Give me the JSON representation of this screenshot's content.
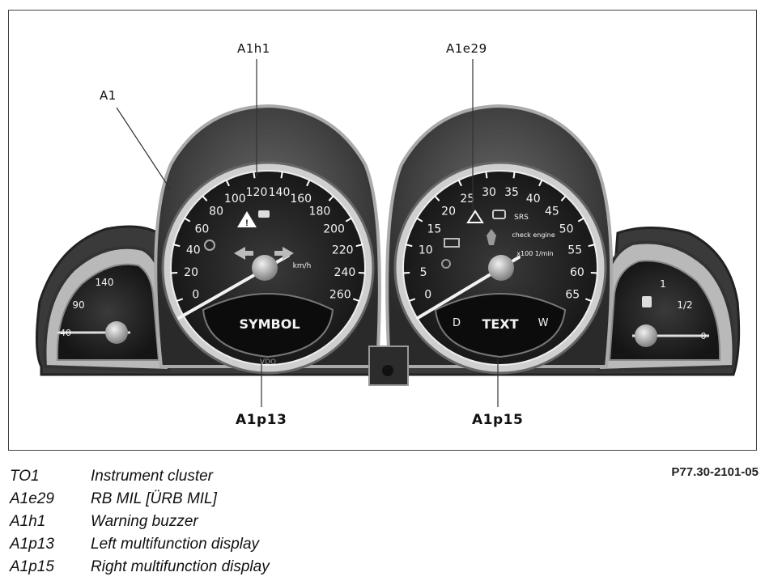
{
  "callouts": {
    "a1": "A1",
    "a1h1": "A1h1",
    "a1e29": "A1e29",
    "a1p13": "A1p13",
    "a1p15": "A1p15"
  },
  "reference": "P77.30-2101-05",
  "speedometer": {
    "ticks": [
      "0",
      "20",
      "40",
      "60",
      "80",
      "100",
      "120",
      "140",
      "160",
      "180",
      "200",
      "220",
      "240",
      "260"
    ],
    "display": "SYMBOL",
    "unit": "km/h",
    "brand": "VDO"
  },
  "tachometer": {
    "ticks": [
      "0",
      "5",
      "10",
      "15",
      "20",
      "25",
      "30",
      "35",
      "40",
      "45",
      "50",
      "55",
      "60",
      "65"
    ],
    "display": "TEXT",
    "unit": "x100 1/min",
    "check_engine": "check engine",
    "srs": "SRS",
    "left_letter": "D",
    "right_letter": "W"
  },
  "temp_gauge": {
    "ticks": [
      "40",
      "90",
      "140"
    ]
  },
  "fuel_gauge": {
    "ticks": [
      "0",
      "1/2",
      "1"
    ]
  },
  "legend": [
    {
      "code": "TO1",
      "desc": "Instrument cluster"
    },
    {
      "code": "A1e29",
      "desc": "RB  MIL [ÜRB MIL]"
    },
    {
      "code": "A1h1",
      "desc": "Warning buzzer"
    },
    {
      "code": "A1p13",
      "desc": "Left multifunction display"
    },
    {
      "code": "A1p15",
      "desc": "Right multifunction display"
    }
  ]
}
